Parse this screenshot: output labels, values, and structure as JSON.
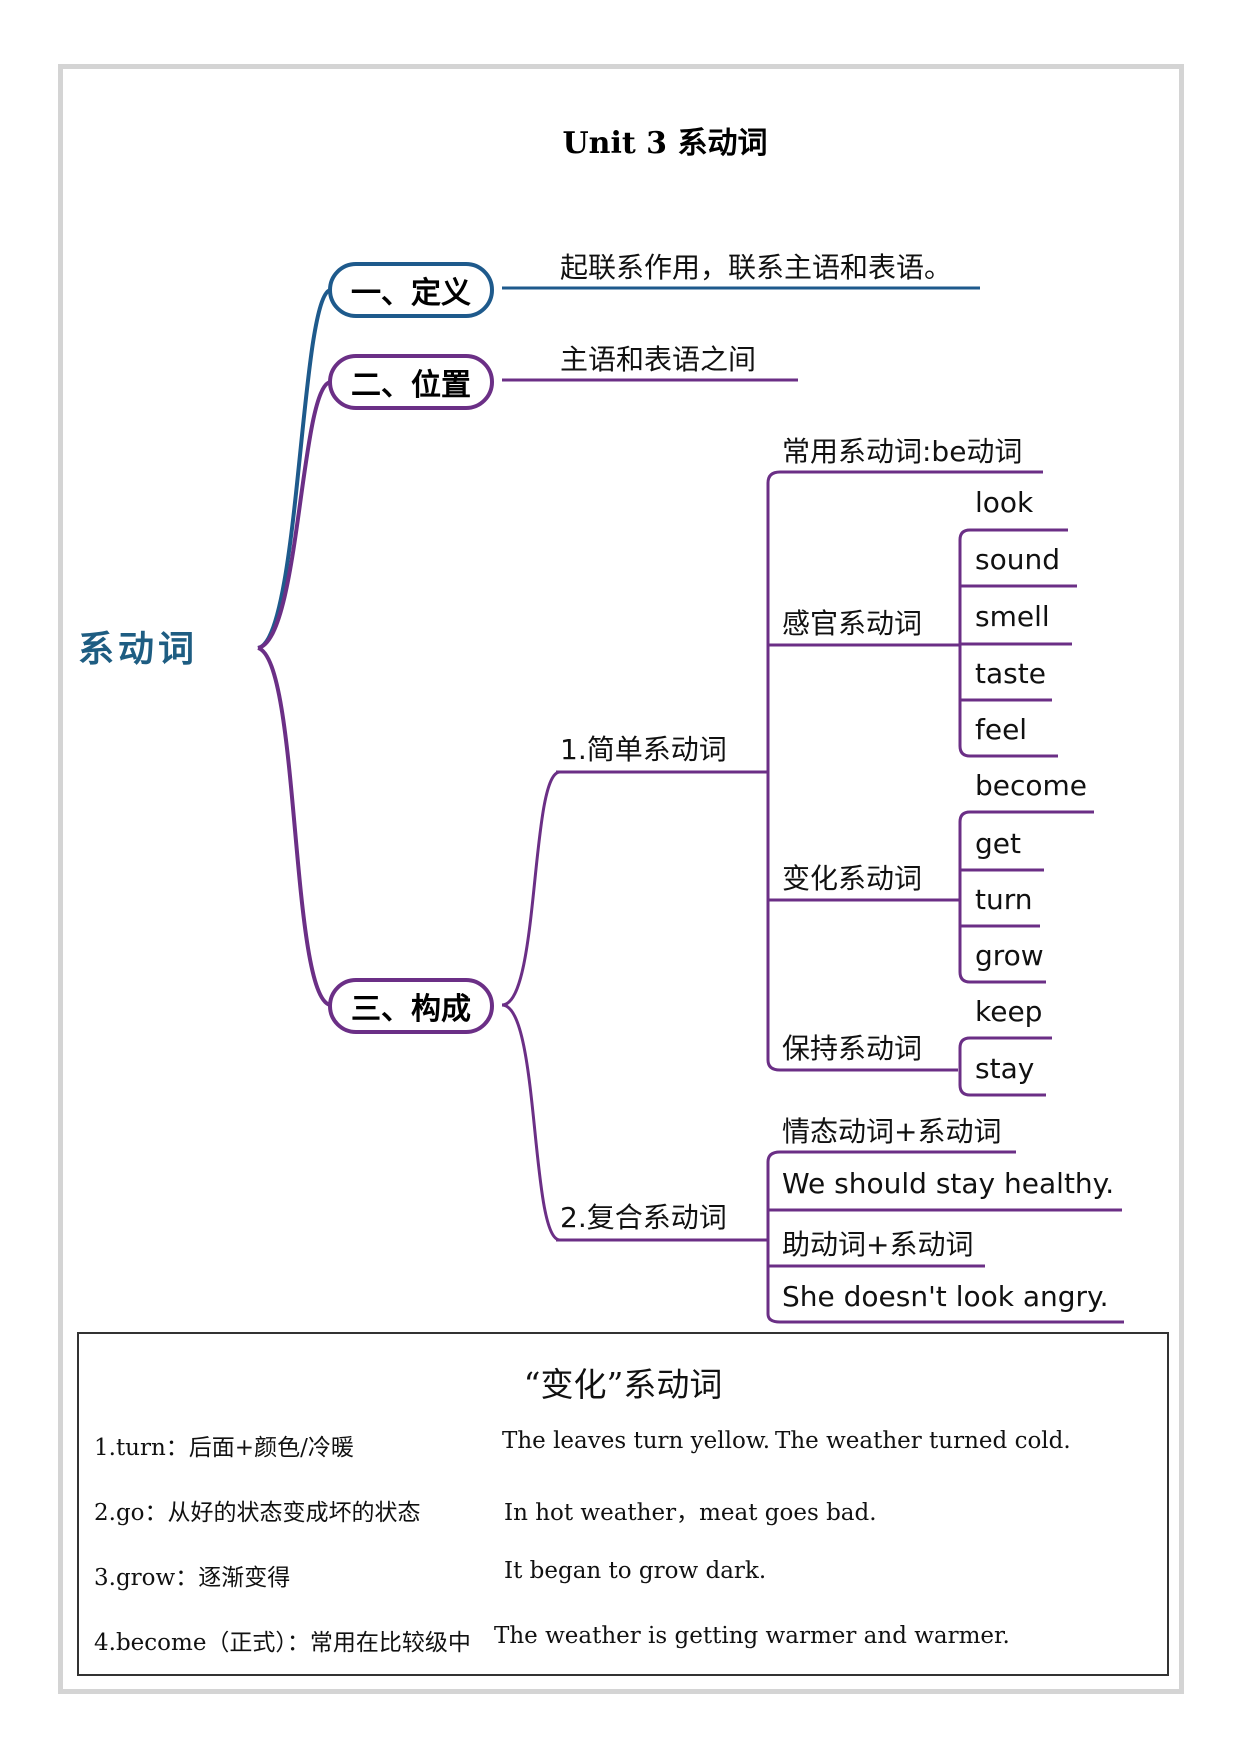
{
  "title": "Unit 3  系动词",
  "root": "系动词",
  "branches": {
    "definition": {
      "label": "一、定义",
      "text": "起联系作用，联系主语和表语。"
    },
    "position": {
      "label": "二、位置",
      "text": "主语和表语之间"
    },
    "composition": {
      "label": "三、构成",
      "simple": {
        "label": "1.简单系动词",
        "common": "常用系动词:be动词",
        "sense": {
          "label": "感官系动词",
          "items": [
            "look",
            "sound",
            "smell",
            "taste",
            "feel"
          ]
        },
        "change": {
          "label": "变化系动词",
          "items": [
            "become",
            "get",
            "turn",
            "grow"
          ]
        },
        "keep": {
          "label": "保持系动词",
          "items": [
            "keep",
            "stay"
          ]
        }
      },
      "compound": {
        "label": "2.复合系动词",
        "items": [
          "情态动词+系动词",
          "We should stay healthy.",
          "助动词+系动词",
          "She doesn't look angry."
        ]
      }
    }
  },
  "box": {
    "title": "“变化”系动词",
    "rows": [
      {
        "rule": "1.turn：后面+颜色/冷暖",
        "example1": "The leaves turn yellow.",
        "example2": "The weather turned cold."
      },
      {
        "rule": "2.go：从好的状态变成坏的状态",
        "example1": "In hot weather，meat goes bad.",
        "example2": ""
      },
      {
        "rule": "3.grow：逐渐变得",
        "example1": "It began to grow dark.",
        "example2": ""
      },
      {
        "rule": "4.become（正式）：常用在比较级中",
        "example1": "The weather is getting warmer and warmer.",
        "example2": ""
      }
    ]
  }
}
